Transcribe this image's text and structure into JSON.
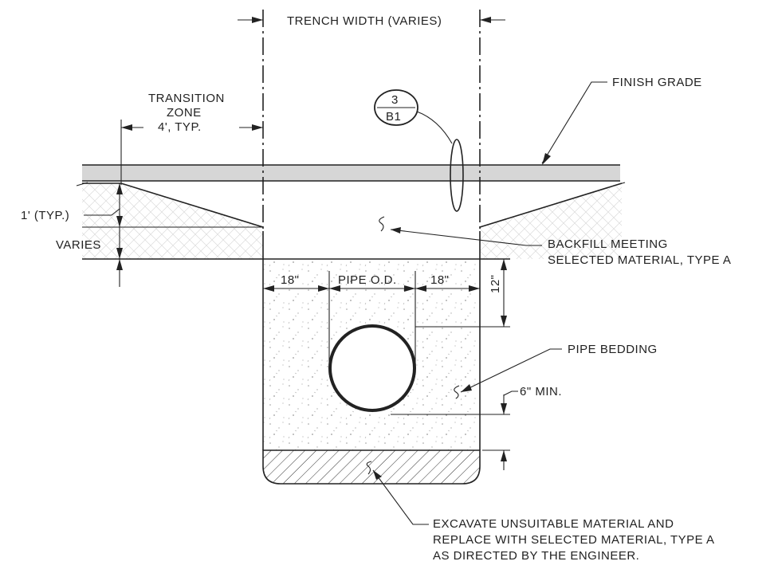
{
  "labels": {
    "trench_width": "TRENCH WIDTH (VARIES)",
    "transition_zone_1": "TRANSITION",
    "transition_zone_2": "ZONE",
    "transition_zone_3": "4', TYP.",
    "finish_grade": "FINISH GRADE",
    "detail_ref_top": "3",
    "detail_ref_bottom": "B1",
    "one_foot_typ": "1' (TYP.)",
    "varies": "VARIES",
    "backfill_1": "BACKFILL MEETING",
    "backfill_2": "SELECTED MATERIAL, TYPE A",
    "dim_18_left": "18\"",
    "pipe_od": "PIPE O.D.",
    "dim_18_right": "18\"",
    "dim_12": "12\"",
    "pipe_bedding": "PIPE BEDDING",
    "six_min": "6\" MIN.",
    "excavate_1": "EXCAVATE UNSUITABLE MATERIAL AND",
    "excavate_2": "REPLACE WITH SELECTED MATERIAL, TYPE A",
    "excavate_3": "AS DIRECTED BY THE ENGINEER."
  }
}
